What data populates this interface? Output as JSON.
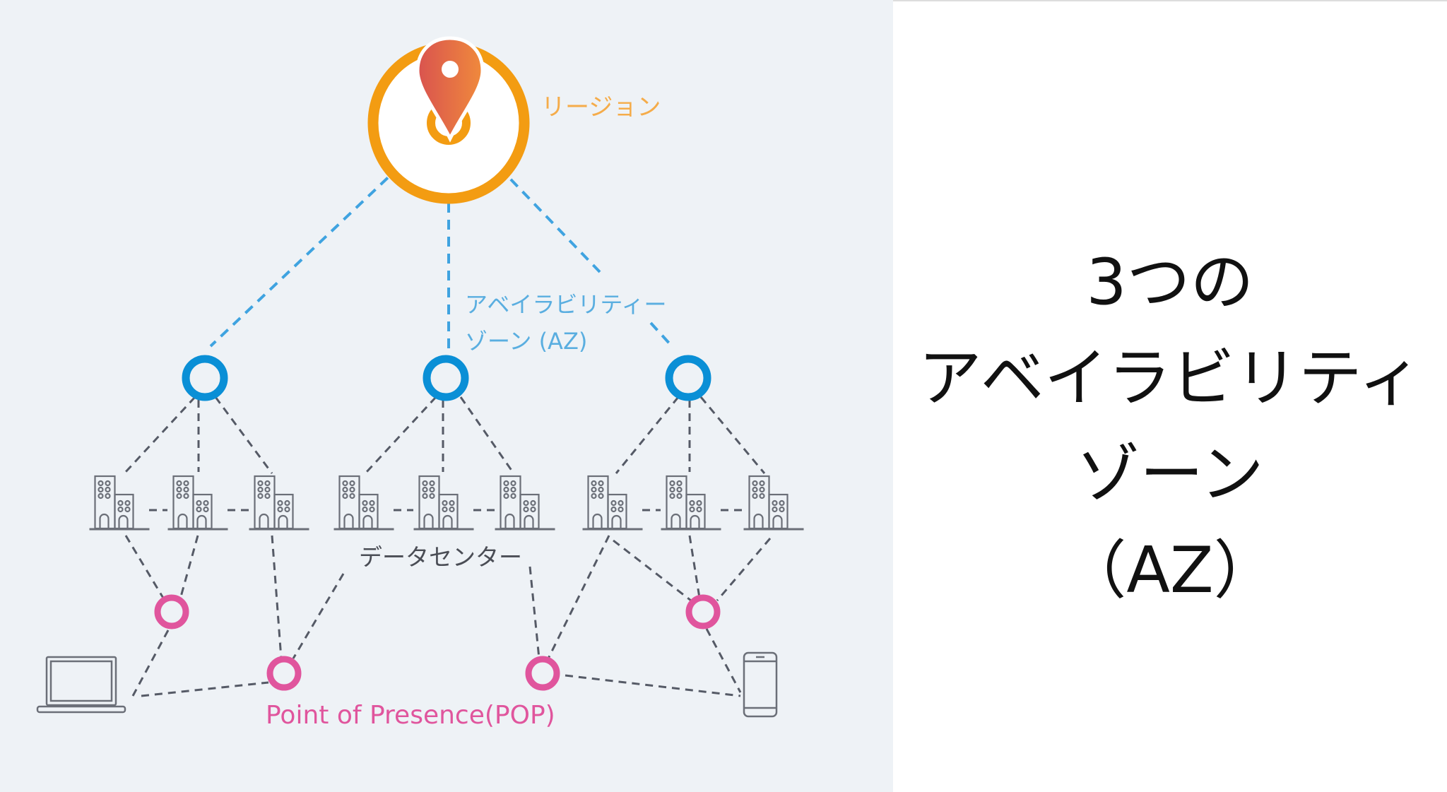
{
  "diagram": {
    "region_label": "リージョン",
    "az_label_line1": "アベイラビリティー",
    "az_label_line2": "ゾーン (AZ)",
    "datacenter_label": "データセンター",
    "pop_label": "Point of Presence(POP)",
    "colors": {
      "region": "#f39c12",
      "pin": "#e8574a",
      "az": "#0a8fd6",
      "az_text": "#5aaee0",
      "pop": "#e0559d",
      "line": "#555a66",
      "background": "#eef2f6"
    }
  },
  "title": {
    "line1": "3つの",
    "line2": "アベイラビリティ",
    "line3": "ゾーン",
    "line4": "（AZ）"
  }
}
